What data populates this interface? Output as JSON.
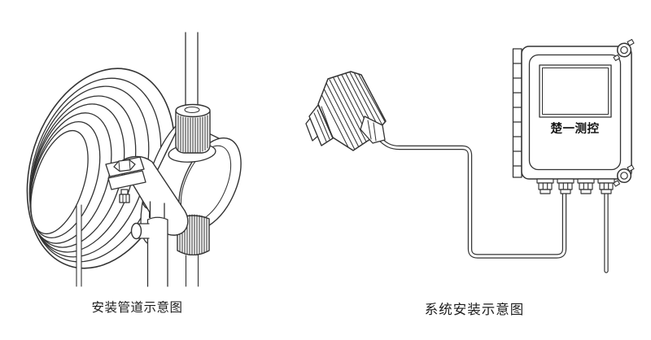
{
  "colors": {
    "background": "#ffffff",
    "line": "#333333"
  },
  "figures": {
    "left": {
      "caption": "安装管道示意图"
    },
    "right": {
      "caption": "系统安装示意图",
      "controller_label": "楚一测控"
    }
  }
}
